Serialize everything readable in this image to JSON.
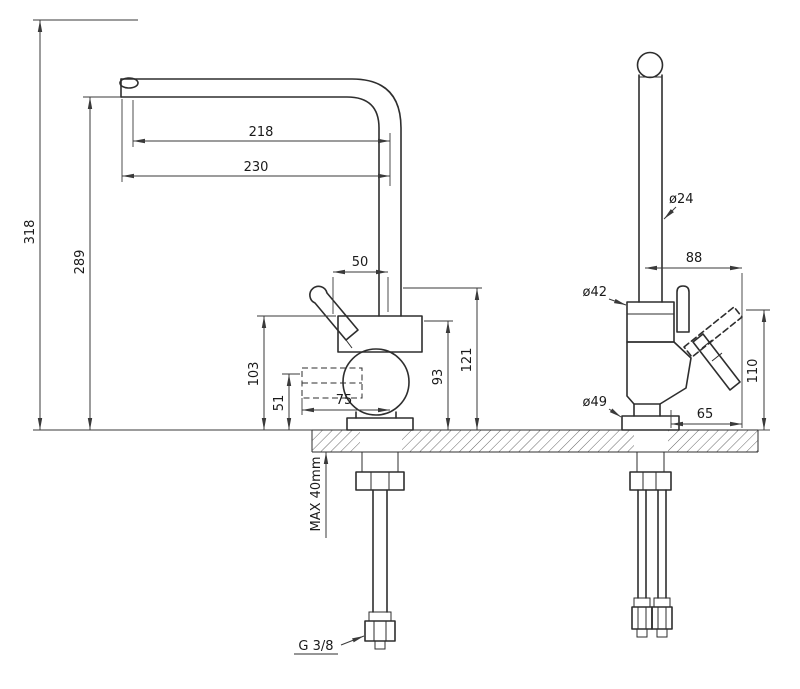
{
  "front": {
    "d218": "218",
    "d230": "230",
    "d318": "318",
    "d289": "289",
    "d50": "50",
    "d103": "103",
    "d51": "51",
    "d75": "75",
    "d93": "93",
    "d121": "121",
    "max_height": "MAX 40mm",
    "thread_label": "G 3/8"
  },
  "side": {
    "dia24": "ø24",
    "d88": "88",
    "dia42": "ø42",
    "dia49": "ø49",
    "d110": "110",
    "d65": "65"
  },
  "colors": {
    "line": "#2e2e2e",
    "dim": "#3a3a3a",
    "background": "#ffffff"
  }
}
